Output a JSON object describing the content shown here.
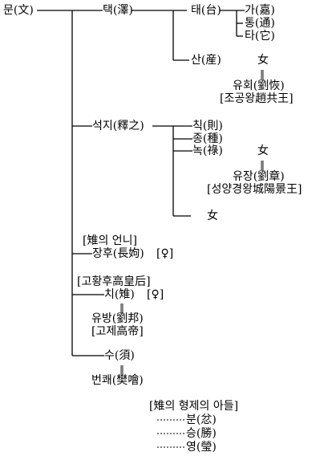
{
  "colors": {
    "ink": "#000000",
    "background": "#ffffff"
  },
  "tree": {
    "root": "문(文)",
    "taek": {
      "label": "택(澤)",
      "tae": {
        "label": "태(台)",
        "children": [
          "가(嘉)",
          "통(通)",
          "타(它)"
        ]
      },
      "san": {
        "label": "산(産)",
        "female": "女",
        "eq": "‖",
        "spouse": "유회(劉恢)",
        "spouse_title": "[조공왕趙共王]"
      }
    },
    "seokji": {
      "label": "석지(釋之)",
      "chik": "칙(則)",
      "jong": "종(種)",
      "nok": {
        "label": "녹(祿)",
        "female": "女",
        "eq": "‖",
        "spouse": "유장(劉章)",
        "spouse_title": "[성양경왕城陽景王]"
      },
      "female_child": "女"
    },
    "janghu": {
      "note": "[雉의 언니]",
      "label": "장후(長姁)",
      "sign": "[♀]"
    },
    "chi": {
      "note": "[고황후高皇后]",
      "label": "치(雉)",
      "sign": "[♀]",
      "eq": "‖",
      "spouse": "유방(劉邦)",
      "spouse_title": "[고제高帝]"
    },
    "su": {
      "label": "수(須)",
      "eq": "‖",
      "spouse": "번쾌(樊噲)"
    },
    "brothers": {
      "note": "[雉의 형제의 아들]",
      "items": [
        "분(忿)",
        "승(勝)",
        "영(瑩)"
      ]
    }
  }
}
